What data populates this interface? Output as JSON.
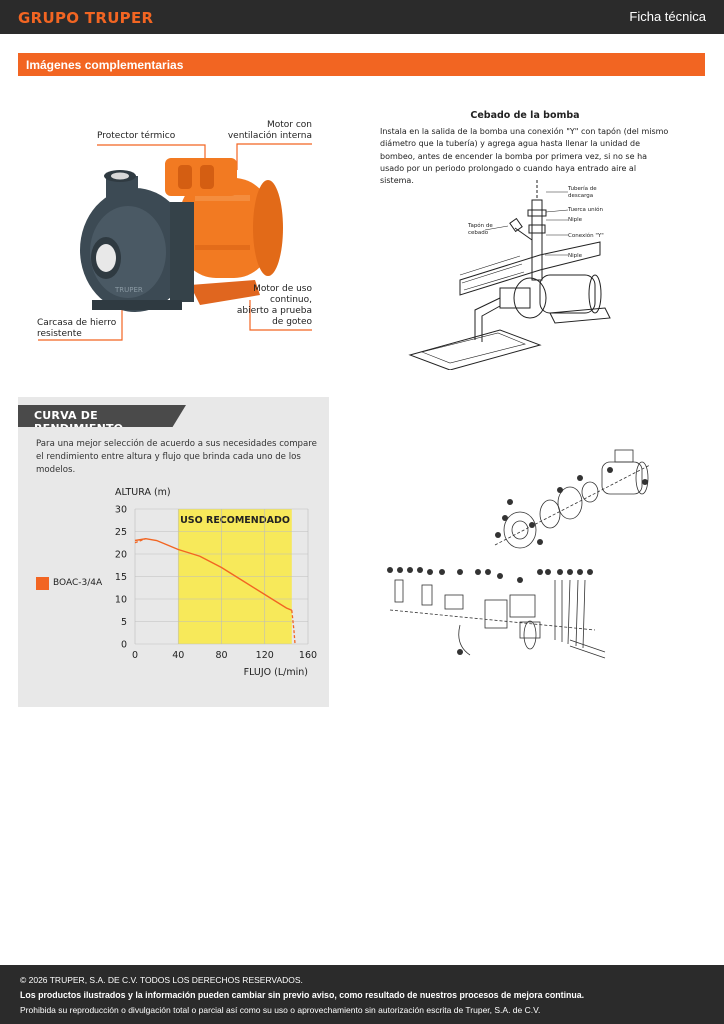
{
  "header": {
    "logo": "GRUPO TRUPER",
    "title": "Ficha técnica"
  },
  "section": {
    "title": "Imágenes complementarias"
  },
  "pump": {
    "labels": {
      "thermal": "Protector térmico",
      "motor_vent_1": "Motor con",
      "motor_vent_2": "ventilación interna",
      "continuous_1": "Motor de uso",
      "continuous_2": "continuo,",
      "continuous_3": "abierto a prueba",
      "continuous_4": "de goteo",
      "housing_1": "Carcasa de hierro",
      "housing_2": "resistente"
    },
    "nameplate": "TRUPER"
  },
  "priming": {
    "title": "Cebado de la bomba",
    "text": "Instala en la salida de la bomba una conexión \"Y\" con tapón (del mismo diámetro que la tubería) y agrega agua hasta llenar la unidad de bombeo, antes de encender la bomba por primera vez, si no se ha usado por un periodo prolongado o cuando haya entrado aire al sistema.",
    "diagram_labels": {
      "discharge_1": "Tubería de",
      "discharge_2": "descarga",
      "union_nut": "Tuerca unión",
      "nipple_top": "Niple",
      "cap_1": "Tapón de",
      "cap_2": "cebado",
      "y_connection": "Conexión \"Y\"",
      "nipple_bottom": "Niple"
    }
  },
  "curve": {
    "heading": "CURVA DE RENDIMIENTO",
    "description": "Para una mejor selección de acuerdo a sus necesidades compare el rendimiento entre altura y flujo que brinda cada uno de los modelos.",
    "recommended_label": "USO RECOMENDADO",
    "recommended_color": "#f7e95a",
    "series_color": "#f26522"
  },
  "chart_data": {
    "type": "line",
    "xlabel": "FLUJO (L/min)",
    "ylabel": "ALTURA (m)",
    "xlim": [
      0,
      160
    ],
    "ylim": [
      0,
      30
    ],
    "xticks": [
      "0",
      "40",
      "80",
      "120",
      "160"
    ],
    "yticks": [
      "0",
      "5",
      "10",
      "15",
      "20",
      "25",
      "30"
    ],
    "grid": true,
    "legend_position": "left",
    "recommended_range": {
      "x": [
        40,
        145
      ],
      "label": "USO RECOMENDADO"
    },
    "series": [
      {
        "name": "BOAC-3/4A",
        "x": [
          0,
          10,
          20,
          30,
          40,
          60,
          80,
          100,
          120,
          140,
          145
        ],
        "y": [
          23,
          23.4,
          23,
          22,
          21,
          19.5,
          17,
          14,
          11,
          8,
          7.5
        ]
      }
    ],
    "cutoff_curves": [
      {
        "x": [
          0,
          10
        ],
        "y": [
          22.5,
          23.4
        ]
      },
      {
        "x": [
          145,
          147,
          148
        ],
        "y": [
          7.5,
          3,
          0
        ]
      }
    ]
  },
  "footer": {
    "copyright": "© 2026 TRUPER, S.A. DE C.V. TODOS LOS DERECHOS RESERVADOS.",
    "notice": "Los productos ilustrados y la información pueden cambiar sin previo aviso, como resultado de nuestros procesos de mejora continua.",
    "prohibition": "Prohibida su reproducción o divulgación total o parcial así como su uso o aprovechamiento sin autorización escrita de Truper, S.A. de C.V."
  }
}
